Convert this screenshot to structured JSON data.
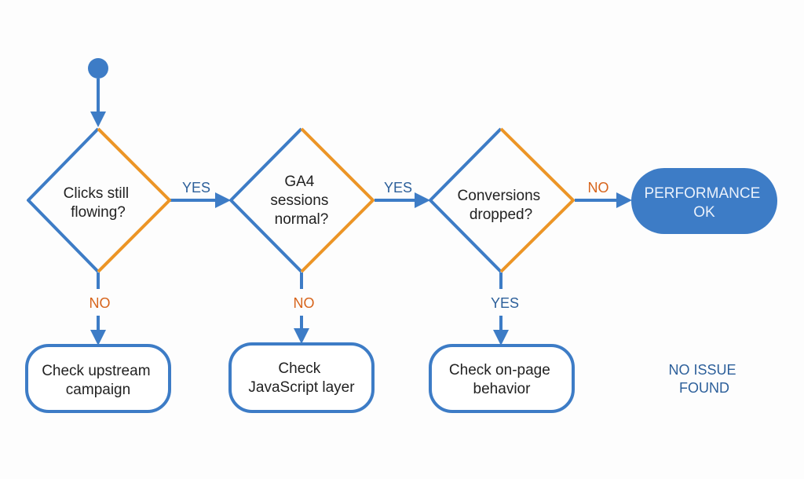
{
  "colors": {
    "blue": "#3d7cc6",
    "orange": "#ec9526",
    "no_label": "#d7641b",
    "yes_label": "#2c5f9a",
    "text": "#222222",
    "terminal_fill": "#3d7cc6",
    "terminal_text": "#eaf1fb",
    "note_text": "#2c5f9a"
  },
  "decisions": [
    {
      "lines": [
        "Clicks still",
        "flowing?"
      ]
    },
    {
      "lines": [
        "GA4",
        "sessions",
        "normal?"
      ]
    },
    {
      "lines": [
        "Conversions",
        "dropped?"
      ]
    }
  ],
  "actions": [
    {
      "lines": [
        "Check upstream",
        "campaign"
      ]
    },
    {
      "lines": [
        "Check",
        "JavaScript layer"
      ]
    },
    {
      "lines": [
        "Check on-page",
        "behavior"
      ]
    }
  ],
  "terminal": {
    "lines": [
      "PERFORMANCE",
      "OK"
    ]
  },
  "note": {
    "lines": [
      "NO ISSUE",
      "FOUND"
    ]
  },
  "edge_labels": {
    "d1_to_d2": "YES",
    "d2_to_d3": "YES",
    "d3_to_terminal": "NO",
    "d1_to_a1": "NO",
    "d2_to_a2": "NO",
    "d3_to_a3": "YES"
  }
}
